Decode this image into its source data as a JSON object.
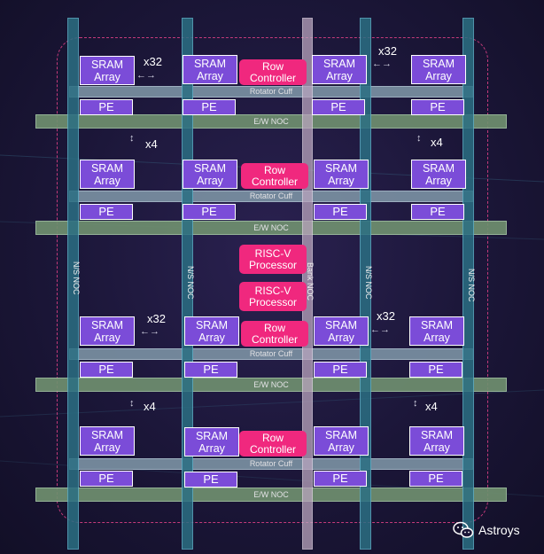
{
  "blocks": {
    "sram_label": "SRAM\nArray",
    "pe_label": "PE"
  },
  "interconnect": {
    "ew_noc": "E/W NOC",
    "ns_noc": "N/S NOC",
    "rotator_cuff": "Rotator Cuff",
    "bank_noc": "Bank NOC"
  },
  "controllers": {
    "row_controller": "Row\nController",
    "riscv": "RISC-V\nProcessor"
  },
  "multipliers": {
    "x32": "x32",
    "x4": "x4"
  },
  "watermark": {
    "text": "Astroys"
  },
  "colors": {
    "background": "#1b1638",
    "sram_pe_fill": "#7b4cd8",
    "controller_fill": "#f0287e",
    "ew_noc": "#6f8f6f",
    "ns_noc": "#2b6f83",
    "rotator_cuff": "#7a90a2",
    "bank_noc": "#b9a4bd",
    "boundary": "#c43a7a"
  }
}
